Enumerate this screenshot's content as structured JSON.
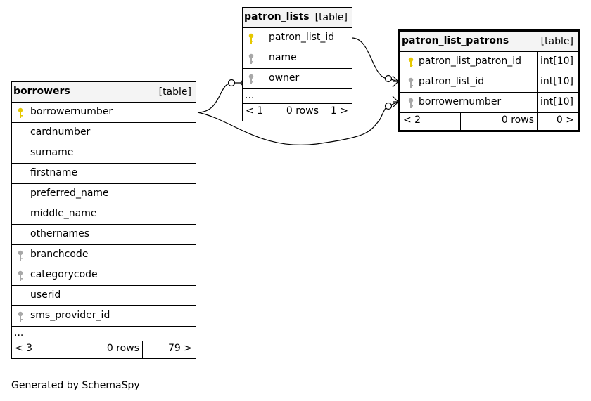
{
  "tables": {
    "patron_lists": {
      "name": "patron_lists",
      "kind": "[table]",
      "columns": [
        {
          "name": "patron_list_id",
          "key": "pk"
        },
        {
          "name": "name",
          "key": "idx"
        },
        {
          "name": "owner",
          "key": "idx"
        }
      ],
      "ellipsis": "...",
      "footer": {
        "left": "< 1",
        "middle": "0 rows",
        "right": "1 >"
      }
    },
    "patron_list_patrons": {
      "name": "patron_list_patrons",
      "kind": "[table]",
      "columns": [
        {
          "name": "patron_list_patron_id",
          "type": "int[10]",
          "key": "pk"
        },
        {
          "name": "patron_list_id",
          "type": "int[10]",
          "key": "idx"
        },
        {
          "name": "borrowernumber",
          "type": "int[10]",
          "key": "idx"
        }
      ],
      "footer": {
        "left": "< 2",
        "middle": "0 rows",
        "right": "0 >"
      }
    },
    "borrowers": {
      "name": "borrowers",
      "kind": "[table]",
      "columns": [
        {
          "name": "borrowernumber",
          "key": "pk"
        },
        {
          "name": "cardnumber",
          "key": ""
        },
        {
          "name": "surname",
          "key": ""
        },
        {
          "name": "firstname",
          "key": ""
        },
        {
          "name": "preferred_name",
          "key": ""
        },
        {
          "name": "middle_name",
          "key": ""
        },
        {
          "name": "othernames",
          "key": ""
        },
        {
          "name": "branchcode",
          "key": "idx"
        },
        {
          "name": "categorycode",
          "key": "idx"
        },
        {
          "name": "userid",
          "key": ""
        },
        {
          "name": "sms_provider_id",
          "key": "idx"
        }
      ],
      "ellipsis": "...",
      "footer": {
        "left": "< 3",
        "middle": "0 rows",
        "right": "79 >"
      }
    }
  },
  "colors": {
    "primary_key": "#e6c800",
    "index_key": "#a8a8a8",
    "header_bg": "#f4f4f4"
  },
  "generated_by": "Generated by SchemaSpy"
}
